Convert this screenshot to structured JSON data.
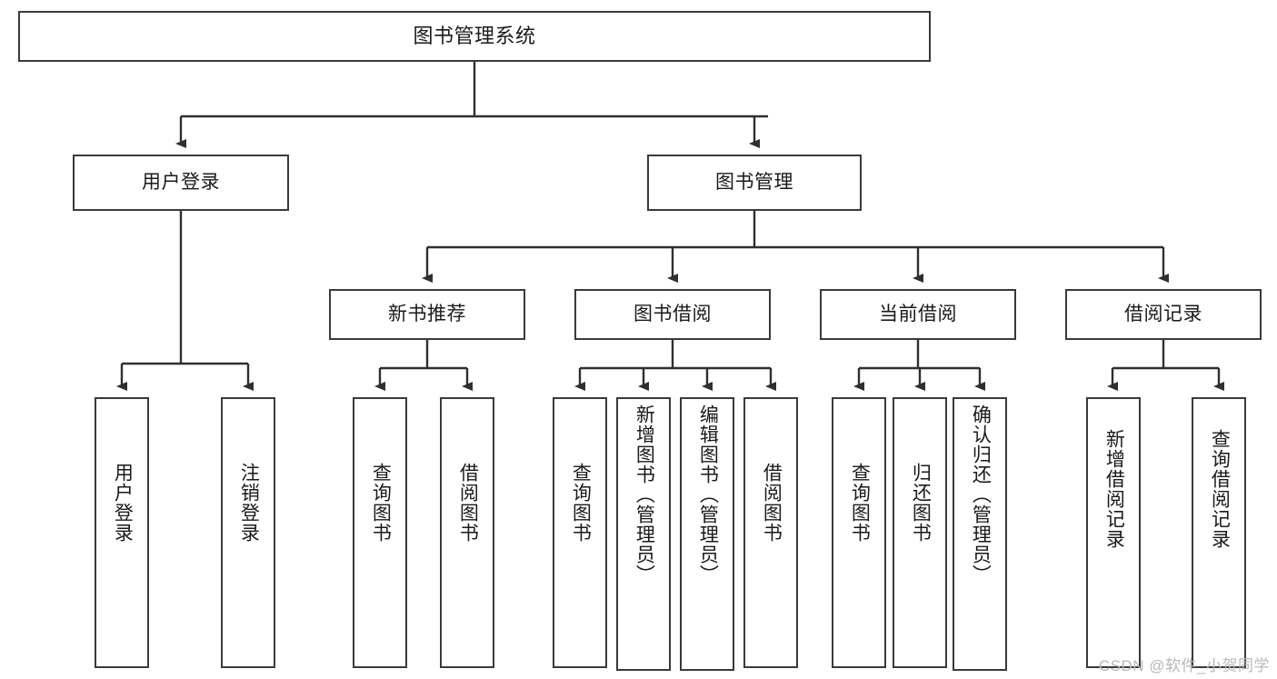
{
  "diagram": {
    "title": "图书管理系统",
    "type": "tree-hierarchy-diagram",
    "colors": {
      "box_border": "#3a3a3a",
      "box_fill": "#ffffff",
      "connector": "#2f2f2f",
      "text": "#1a1a1a",
      "watermark": "#b8b8b8"
    },
    "nodes": {
      "root": {
        "label": "图书管理系统"
      },
      "level1": [
        {
          "id": "user-login",
          "label": "用户登录"
        },
        {
          "id": "book-management",
          "label": "图书管理"
        }
      ],
      "level2": [
        {
          "id": "new-book-recommend",
          "label": "新书推荐"
        },
        {
          "id": "book-borrow",
          "label": "图书借阅"
        },
        {
          "id": "current-borrow",
          "label": "当前借阅"
        },
        {
          "id": "borrow-record",
          "label": "借阅记录"
        }
      ],
      "leaves": {
        "user_login": [
          {
            "id": "user-login-leaf",
            "label": "用户登录"
          },
          {
            "id": "logout-leaf",
            "label": "注销登录"
          }
        ],
        "new_book_recommend": [
          {
            "id": "query-book-1",
            "label": "查询图书"
          },
          {
            "id": "borrow-book-1",
            "label": "借阅图书"
          }
        ],
        "book_borrow": [
          {
            "id": "query-book-2",
            "label": "查询图书"
          },
          {
            "id": "add-book-admin",
            "label": "新增图书（管理员）"
          },
          {
            "id": "edit-book-admin",
            "label": "编辑图书（管理员）"
          },
          {
            "id": "borrow-book-2",
            "label": "借阅图书"
          }
        ],
        "current_borrow": [
          {
            "id": "query-book-3",
            "label": "查询图书"
          },
          {
            "id": "return-book",
            "label": "归还图书"
          },
          {
            "id": "confirm-return-admin",
            "label": "确认归还（管理员）"
          }
        ],
        "borrow_record": [
          {
            "id": "add-borrow-record",
            "label": "新增借阅记录"
          },
          {
            "id": "query-borrow-record",
            "label": "查询借阅记录"
          }
        ]
      }
    },
    "watermark": "CSDN @软件_小贺同学"
  }
}
